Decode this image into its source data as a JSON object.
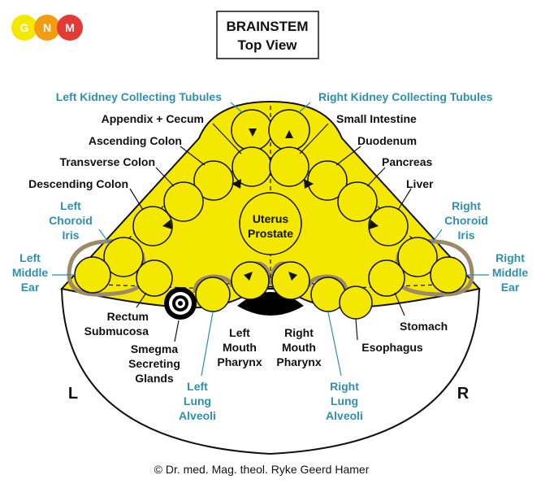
{
  "logo": {
    "letters": [
      "G",
      "N",
      "M"
    ],
    "colors": [
      "#f4e800",
      "#f39c12",
      "#e53935"
    ]
  },
  "title": {
    "line1": "BRAINSTEM",
    "line2": "Top View"
  },
  "colors": {
    "relay_fill": "#f4e800",
    "label_blue": "#2f8fae",
    "label_black": "#111111",
    "band": "#9c8a6a",
    "pharynx": "#000000"
  },
  "labels": {
    "left_kidney": "Left Kidney Collecting Tubules",
    "right_kidney": "Right Kidney Collecting Tubules",
    "appendix": "Appendix + Cecum",
    "small_intestine": "Small Intestine",
    "ascending_colon": "Ascending Colon",
    "duodenum": "Duodenum",
    "transverse_colon": "Transverse Colon",
    "pancreas": "Pancreas",
    "descending_colon": "Descending Colon",
    "liver": "Liver",
    "left_choroid": [
      "Left",
      "Choroid",
      "Iris"
    ],
    "right_choroid": [
      "Right",
      "Choroid",
      "Iris"
    ],
    "uterus": [
      "Uterus",
      "Prostate"
    ],
    "left_middle_ear": [
      "Left",
      "Middle",
      "Ear"
    ],
    "right_middle_ear": [
      "Right",
      "Middle",
      "Ear"
    ],
    "rectum": [
      "Rectum",
      "Submucosa"
    ],
    "stomach": "Stomach",
    "esophagus": "Esophagus",
    "left_mouth": [
      "Left",
      "Mouth",
      "Pharynx"
    ],
    "right_mouth": [
      "Right",
      "Mouth",
      "Pharynx"
    ],
    "smegma": [
      "Smegma",
      "Secreting",
      "Glands"
    ],
    "left_lung": [
      "Left",
      "Lung",
      "Alveoli"
    ],
    "right_lung": [
      "Right",
      "Lung",
      "Alveoli"
    ]
  },
  "side_left": "L",
  "side_right": "R",
  "copyright": "© Dr. med. Mag. theol. Ryke Geerd Hamer"
}
